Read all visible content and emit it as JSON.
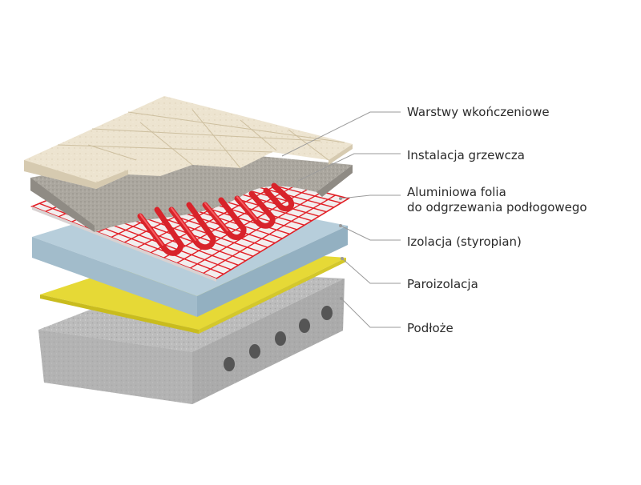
{
  "colors": {
    "tile": "#ece3cf",
    "screed": "#aaa69e",
    "foil_grid": "#e21f26",
    "insulation": "#b4cbd8",
    "vapor_barrier": "#e6d936",
    "slab": "#bdbdbd",
    "leader_line": "#9a9a9a"
  },
  "layers": [
    {
      "lines": [
        "Warstwy wkończeniowe"
      ],
      "icon": "tile-layer"
    },
    {
      "lines": [
        "Instalacja grzewcza"
      ],
      "icon": "heating-pipe"
    },
    {
      "lines": [
        "Aluminiowa folia",
        "do odgrzewania podłogowego"
      ],
      "icon": "foil-grid"
    },
    {
      "lines": [
        "Izolacja (styropian)"
      ],
      "icon": "insulation-board"
    },
    {
      "lines": [
        "Paroizolacja"
      ],
      "icon": "vapor-membrane"
    },
    {
      "lines": [
        "Podłoże"
      ],
      "icon": "concrete-slab"
    }
  ]
}
